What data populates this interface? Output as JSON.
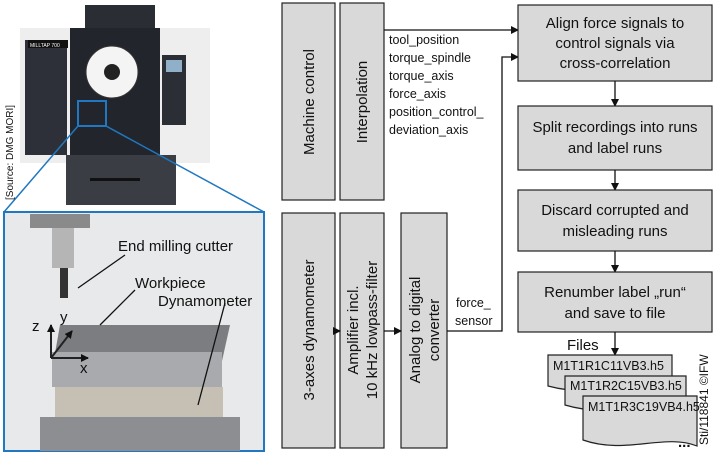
{
  "photo": {
    "source_label": "[Source: DMG MORI]",
    "machine_brand": "MILLTAP 700",
    "annotations": [
      "End milling cutter",
      "Workpiece",
      "Dynamometer"
    ],
    "axes": {
      "z": "z",
      "y": "y",
      "x": "x"
    },
    "highlight_color": "#1f78c1"
  },
  "signal_chain": {
    "machine_control": "Machine control",
    "interpolation": "Interpolation",
    "signals": [
      "tool_position",
      "torque_spindle",
      "torque_axis",
      "force_axis",
      "position_control_",
      "deviation_axis"
    ],
    "dynamometer": "3-axes dynamometer",
    "amplifier": [
      "Amplifier incl.",
      "10 kHz lowpass-filter"
    ],
    "adc": [
      "Analog to digital",
      "converter"
    ],
    "force_sensor": [
      "force_",
      "sensor"
    ]
  },
  "pipeline": [
    {
      "lines": [
        "Align force signals to",
        "control signals via",
        "cross-correlation"
      ]
    },
    {
      "lines": [
        "Split recordings into runs",
        "and label runs"
      ]
    },
    {
      "lines": [
        "Discard corrupted and",
        "misleading runs"
      ]
    },
    {
      "lines": [
        "Renumber label „run“",
        "and save to file"
      ]
    }
  ],
  "files": {
    "label": "Files",
    "items": [
      "M1T1R1C11VB3.h5",
      "M1T1R2C15VB3.h5",
      "M1T1R3C19VB4.h5"
    ],
    "more": "..."
  },
  "copyright": "Sti/118841 ©IFW"
}
